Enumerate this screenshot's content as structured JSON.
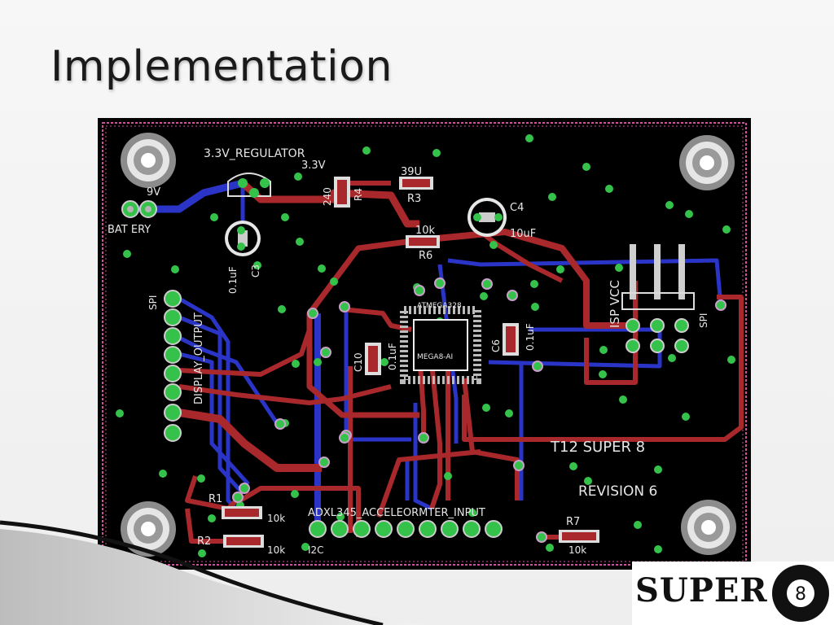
{
  "slide": {
    "title": "Implementation"
  },
  "pcb": {
    "labels": {
      "regulator": "3.3V_REGULATOR",
      "regulator_out": "3.3V",
      "battery_voltage": "9V",
      "battery": "BAT ERY",
      "r3_value": "39U",
      "r3": "R3",
      "r4_value": "240",
      "r4": "R4",
      "r6_value": "10k",
      "r6": "R6",
      "c4": "C4",
      "c4_value": "10uF",
      "c3_value": "0.1uF",
      "c3": "C3",
      "spi_left": "SPI",
      "display_output": "DISPLAY_OUTPUT",
      "mcu_top": "ATMEGA328",
      "mcu_bottom": "MEGA8-AI",
      "c10": "C10",
      "c10_value": "0.1uF",
      "c6": "C6",
      "c6_value": "0.1uF",
      "isp_vcc": "ISP VCC",
      "spi_right": "SPI",
      "board_name": "T12 SUPER 8",
      "revision": "REVISION 6",
      "r1": "R1",
      "r1_value": "10k",
      "r2": "R2",
      "r2_value": "10k",
      "accel": "ADXL345_ACCELEORMTER_INPUT",
      "i2c": "I2C",
      "r7": "R7",
      "r7_value": "10k"
    },
    "colors": {
      "board": "#000000",
      "top_trace": "#a8282b",
      "bottom_trace": "#2a35c8",
      "via": "#35c24a",
      "silk": "#e6e6e6",
      "outline": "#d0509a"
    }
  },
  "logo": {
    "word": "SUPER",
    "ball_number": "8"
  }
}
